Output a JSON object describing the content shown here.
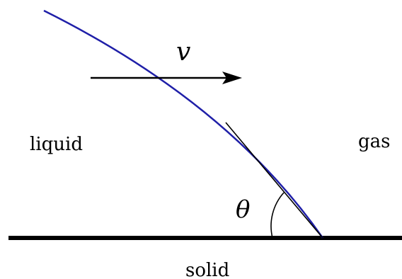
{
  "labels": {
    "velocity": "v",
    "angle": "θ",
    "liquid": "liquid",
    "gas": "gas",
    "solid": "solid"
  },
  "colors": {
    "interface": "#1f1fa8",
    "ink": "#000000",
    "background": "#ffffff"
  }
}
